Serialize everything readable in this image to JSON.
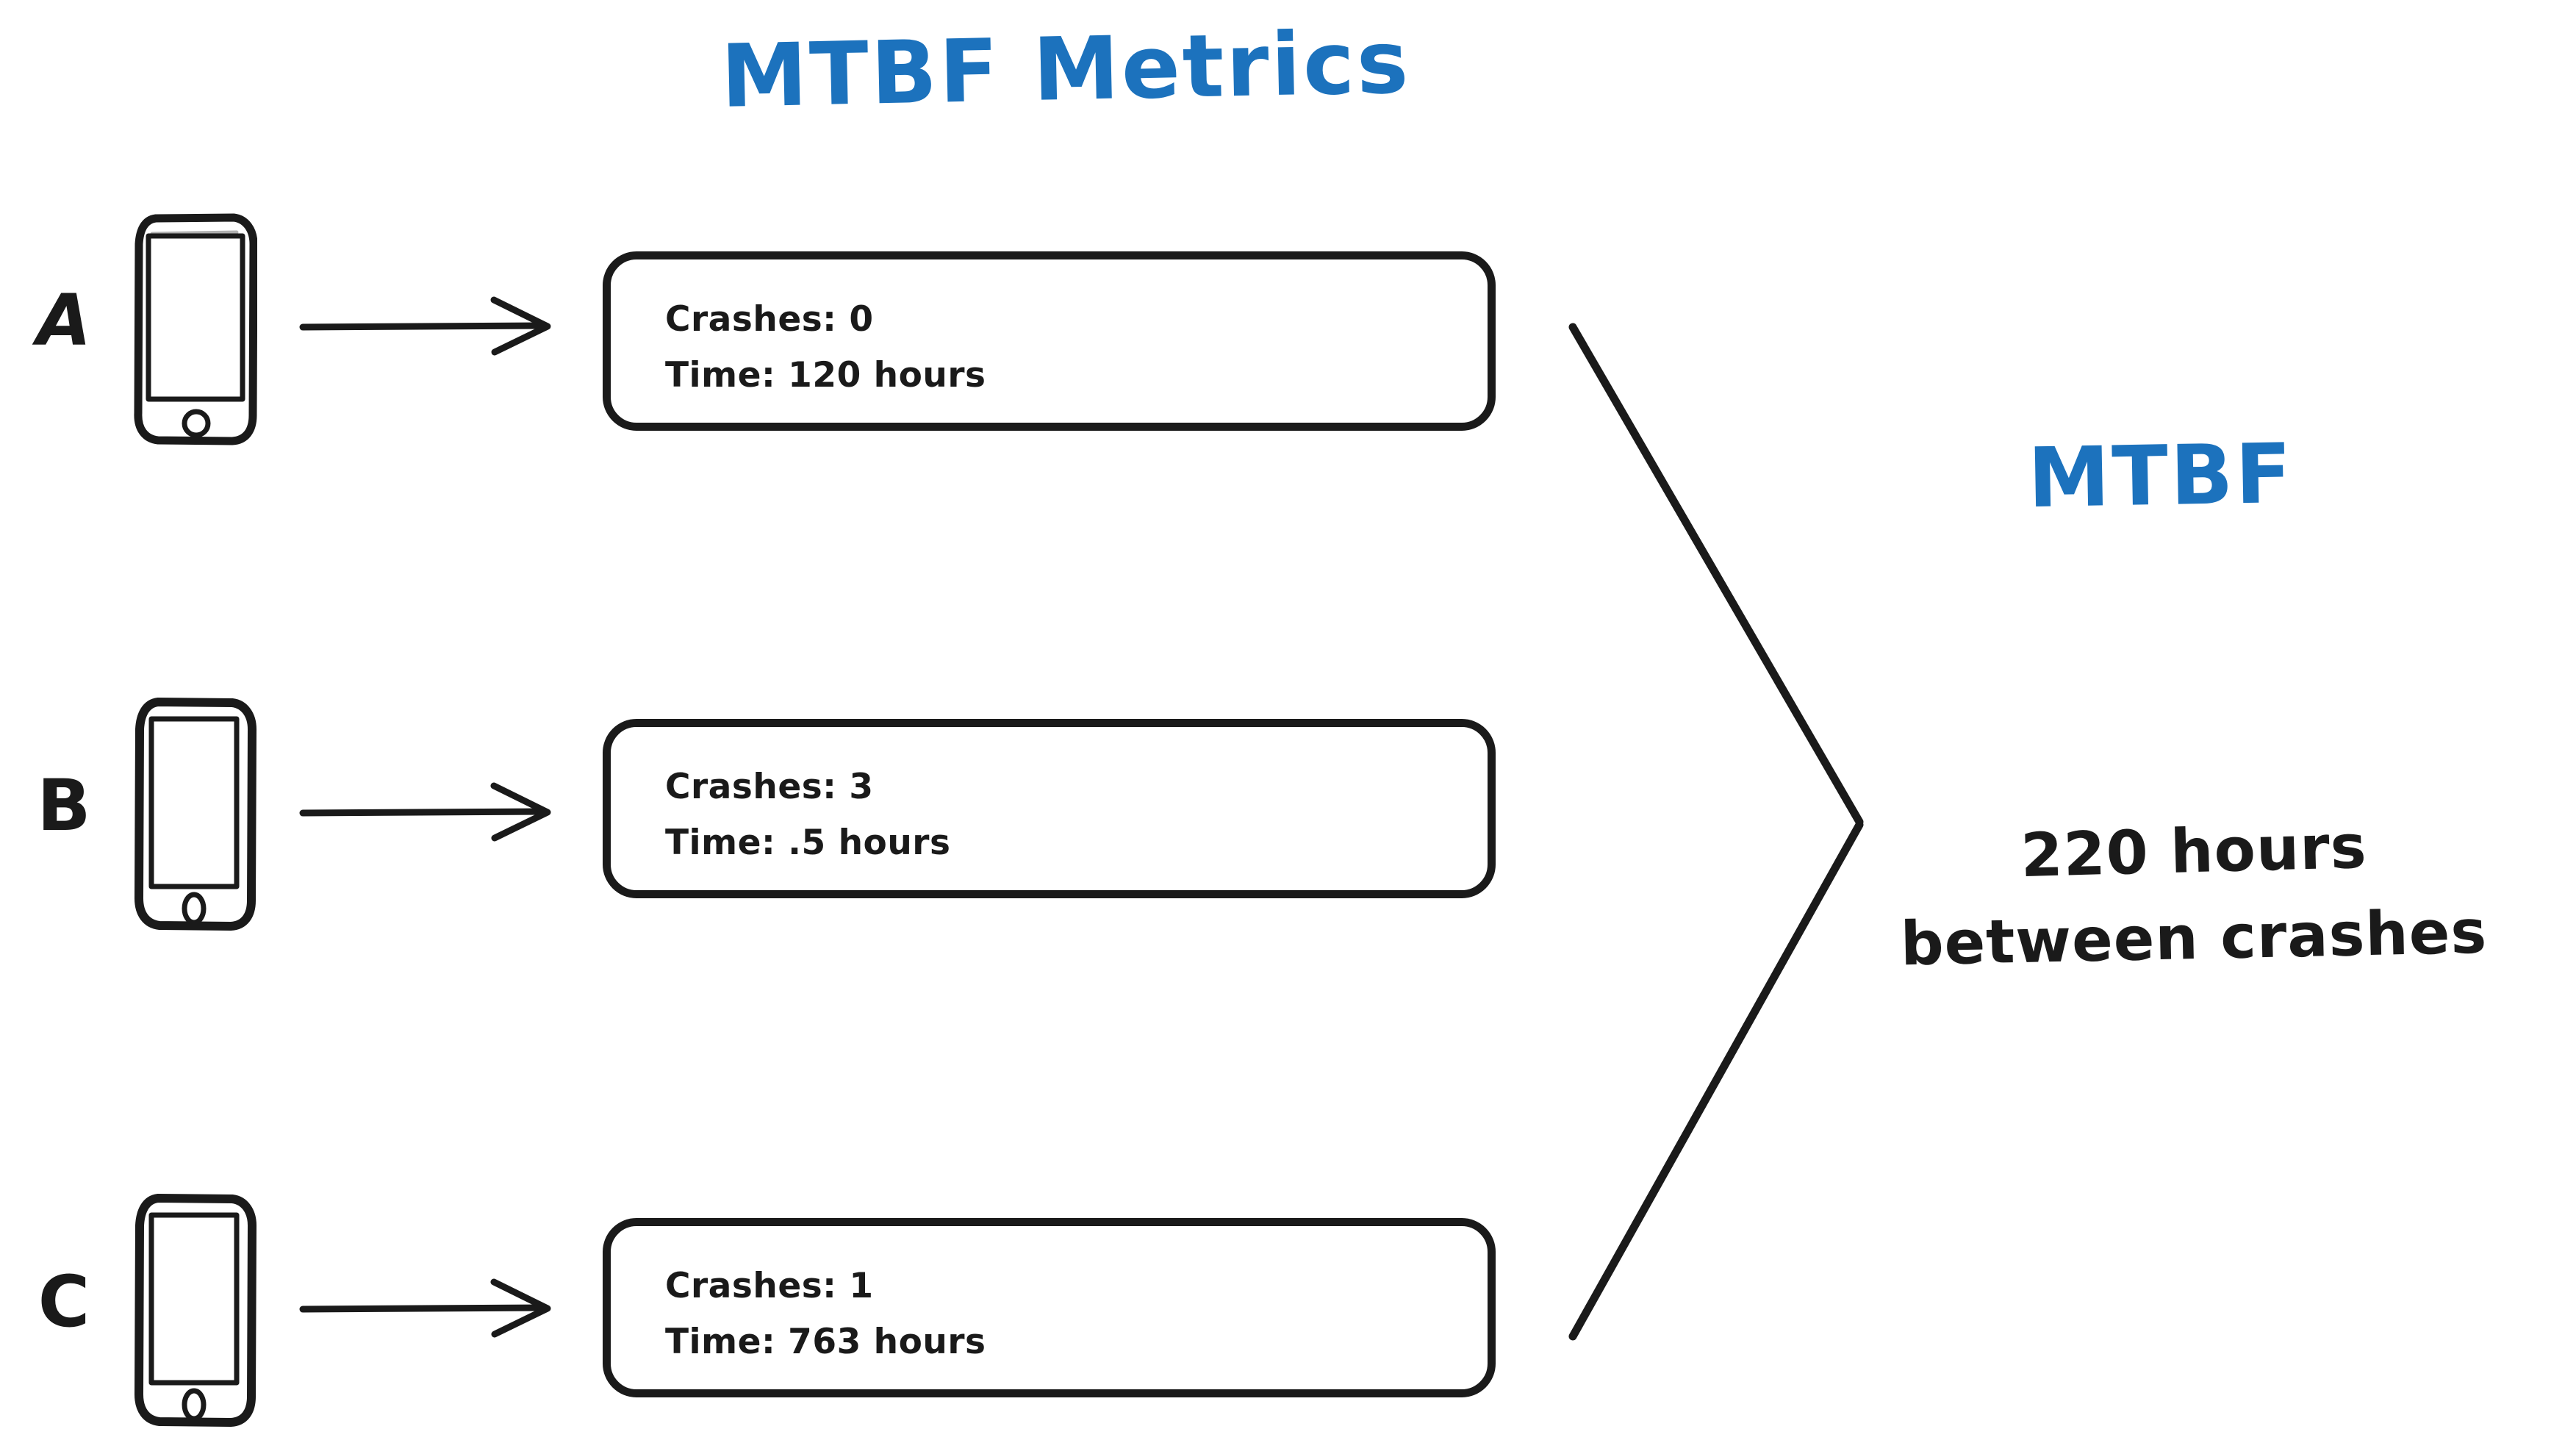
{
  "diagram": {
    "title": "MTBF Metrics",
    "title_color": "#1c72bd",
    "ink_color": "#1a1a1a",
    "background": "#ffffff"
  },
  "rows": [
    {
      "letter": "A",
      "device_icon": "phone-icon",
      "arrow_icon": "arrow-right-icon",
      "metrics": {
        "crashes_line": "Crashes: 0",
        "time_line": "Time: 120 hours",
        "crashes": 0,
        "time_hours": 120
      }
    },
    {
      "letter": "B",
      "device_icon": "phone-icon",
      "arrow_icon": "arrow-right-icon",
      "metrics": {
        "crashes_line": "Crashes: 3",
        "time_line": "Time: .5 hours",
        "crashes": 3,
        "time_hours": 0.5
      }
    },
    {
      "letter": "C",
      "device_icon": "phone-icon",
      "arrow_icon": "arrow-right-icon",
      "metrics": {
        "crashes_line": "Crashes: 1",
        "time_line": "Time: 763 hours",
        "crashes": 1,
        "time_hours": 763
      }
    }
  ],
  "result": {
    "label": "MTBF",
    "label_color": "#1c72bd",
    "value_line_1": "220 hours",
    "value_line_2": "between crashes",
    "value": 220,
    "unit": "hours"
  }
}
